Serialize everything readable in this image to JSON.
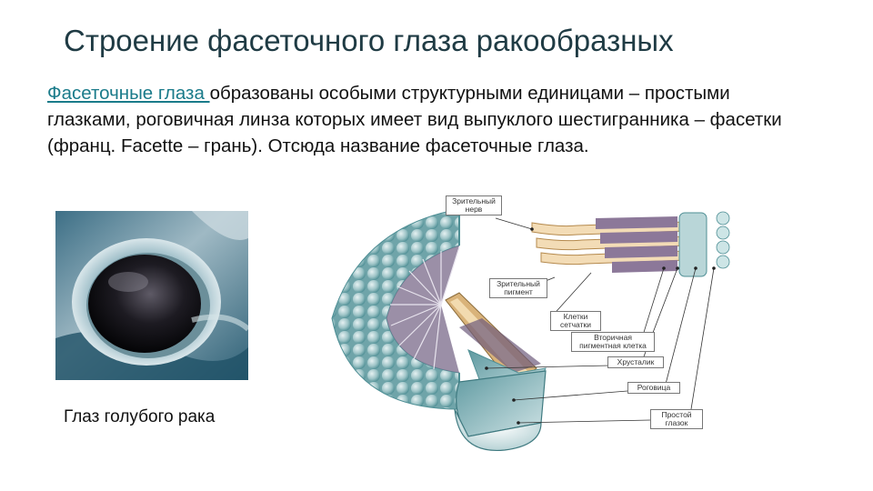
{
  "slide": {
    "title": "Строение фасеточного глаза ракообразных",
    "paragraph": {
      "link_text": "Фасеточные глаза ",
      "text": "образованы особыми структурными единицами – простыми глазками, роговичная линза которых имеет вид выпуклого шестигранника – фасетки (франц. Facette – грань). Отсюда название фасеточные глаза."
    },
    "photo_caption": "Глаз голубого рака"
  },
  "diagram": {
    "labels": {
      "optic_nerve": "Зрительный нерв",
      "visual_pigment": "Зрительный пигмент",
      "retina_cells": "Клетки сетчатки",
      "secondary_pigment_cell": "Вторичная пигментная клетка",
      "crystalline_cone": "Хрусталик",
      "cornea": "Роговица",
      "simple_eye": "Простой глазок"
    }
  },
  "colors": {
    "title": "#1f3b44",
    "link": "#1a7b8a",
    "facet": "#9cc3c6",
    "facet_dark": "#4f8f95",
    "fiber": "#e9c79a",
    "pigment": "#7a6a8a"
  }
}
